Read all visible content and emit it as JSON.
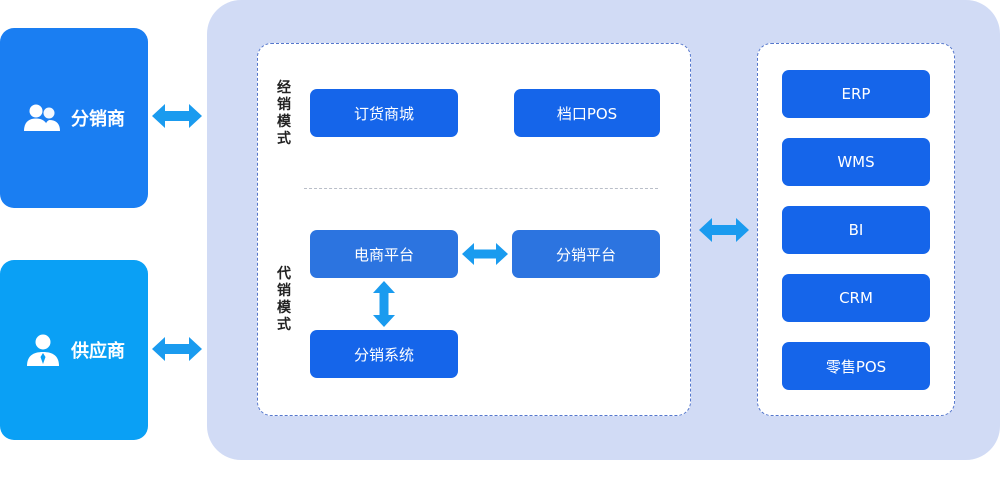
{
  "actors": {
    "distributor": {
      "label": "分销商",
      "icon": "users-icon"
    },
    "supplier": {
      "label": "供应商",
      "icon": "user-tie-icon"
    }
  },
  "modes": {
    "direct": {
      "label": "经销模式",
      "items": [
        "订货商城",
        "档口POS"
      ]
    },
    "consign": {
      "label": "代销模式",
      "items": [
        "电商平台",
        "分销平台",
        "分销系统"
      ]
    }
  },
  "systems": [
    "ERP",
    "WMS",
    "BI",
    "CRM",
    "零售POS"
  ],
  "colors": {
    "distributor": "#1a7ef2",
    "supplier": "#0aa0f5",
    "platform_bg": "#d1dbf5",
    "box": "#1565ea",
    "arrow": "#1a9bef"
  }
}
